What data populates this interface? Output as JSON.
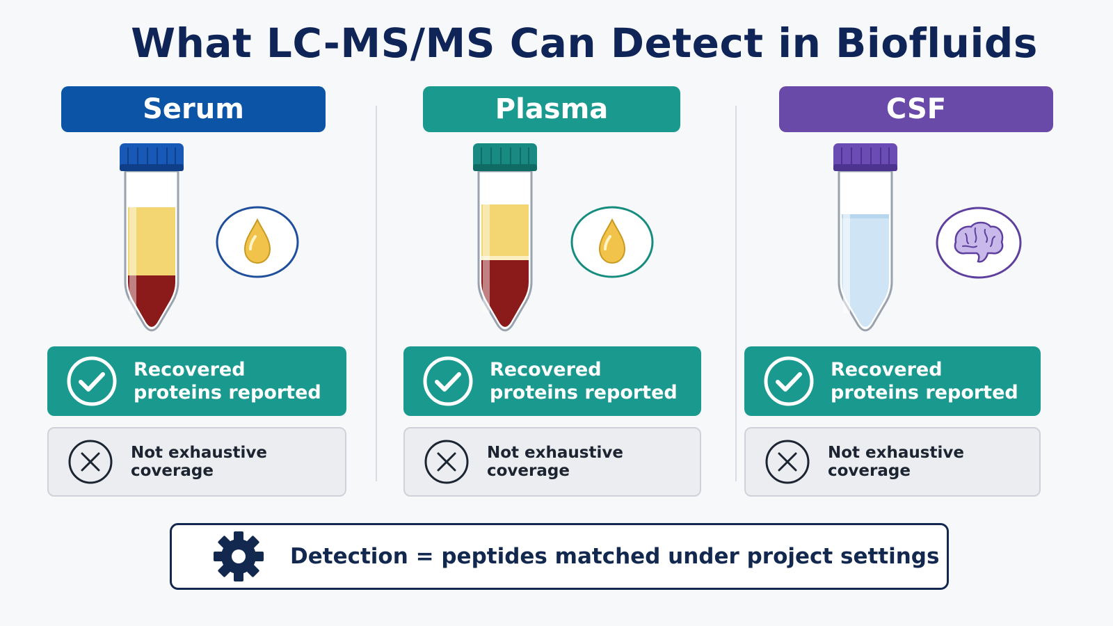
{
  "title": "What LC-MS/MS Can Detect in Biofluids",
  "columns": [
    {
      "name": "Serum",
      "header_color": "#0b54a6",
      "cap_color": "#1859b8",
      "badge_color": "#1f4e9c",
      "badge_icon": "droplet-icon",
      "detected_label": "Recovered proteins reported",
      "limit_label": "Not exhaustive coverage"
    },
    {
      "name": "Plasma",
      "header_color": "#1a9a8e",
      "cap_color": "#188a82",
      "badge_color": "#168c7e",
      "badge_icon": "droplet-icon",
      "detected_label": "Recovered proteins reported",
      "limit_label": "Not exhaustive coverage"
    },
    {
      "name": "CSF",
      "header_color": "#6a4aa8",
      "cap_color": "#6b4cb5",
      "badge_color": "#5e3f9e",
      "badge_icon": "brain-icon",
      "detected_label": "Recovered proteins reported",
      "limit_label": "Not exhaustive coverage"
    }
  ],
  "footer": {
    "icon": "gear-icon",
    "text": "Detection = peptides matched under project settings"
  }
}
